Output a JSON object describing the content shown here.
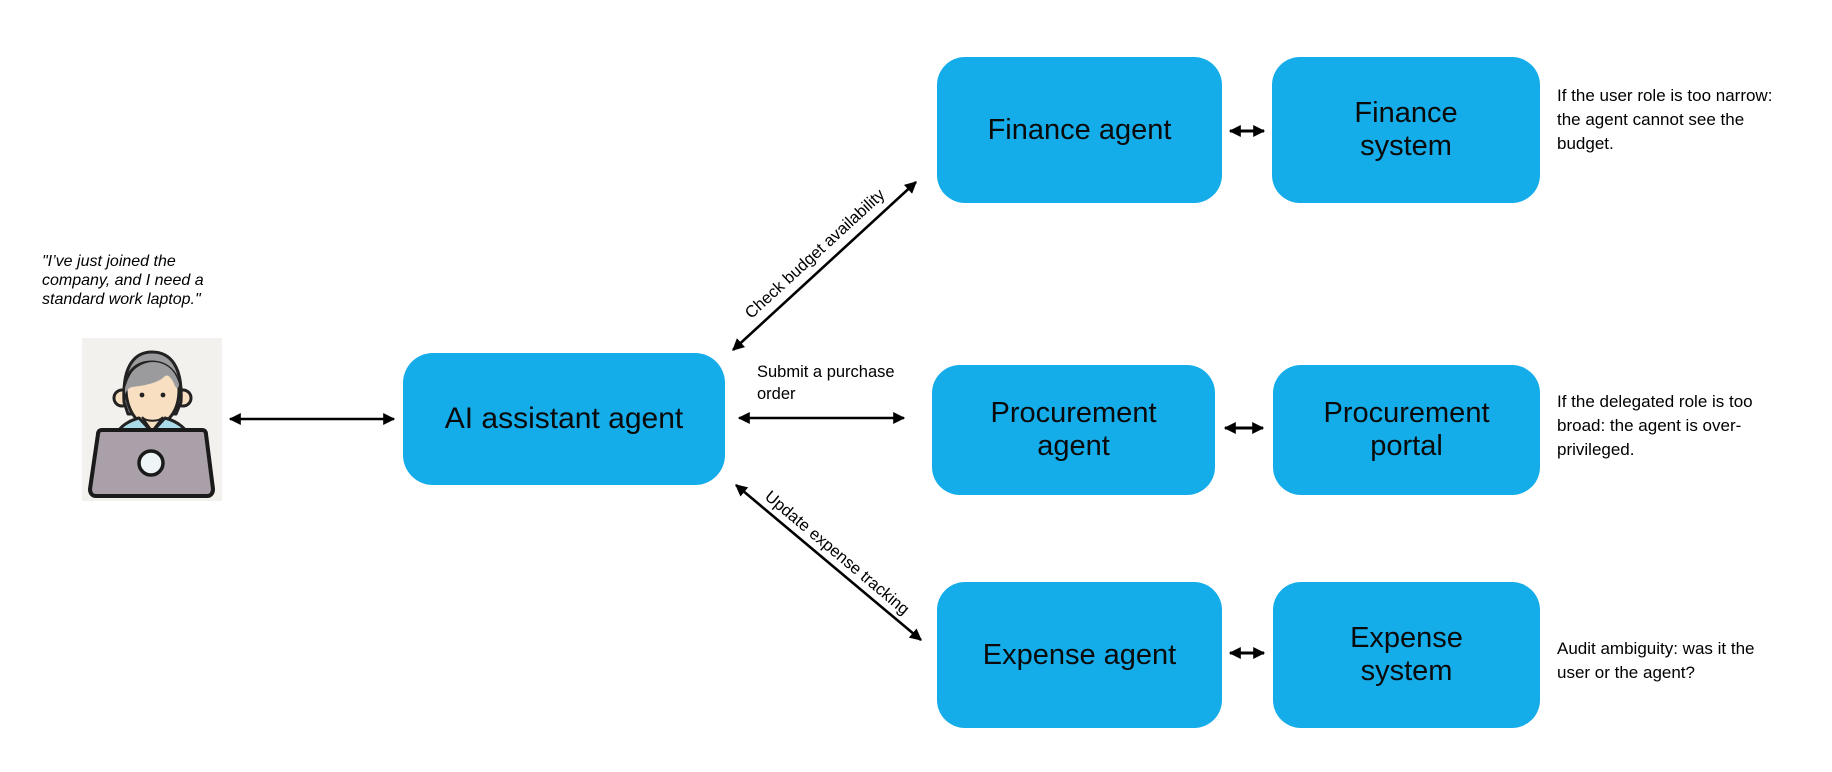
{
  "accent_color": "#14ACE9",
  "user": {
    "quote": "\"I’ve just joined the company, and I need a standard work laptop.\"",
    "icon": "person-at-laptop-icon"
  },
  "assistant": {
    "label": "AI assistant agent"
  },
  "connections": {
    "finance_label": "Check budget availability",
    "procurement_label": "Submit a purchase order",
    "expense_label": "Update expense tracking"
  },
  "rows": [
    {
      "id": "finance",
      "agent": "Finance agent",
      "system": "Finance system",
      "note": "If the user role is too narrow: the agent cannot see the budget."
    },
    {
      "id": "procurement",
      "agent": "Procurement agent",
      "system": "Procurement portal",
      "note": "If the delegated role is too broad: the agent is over-privileged."
    },
    {
      "id": "expense",
      "agent": "Expense agent",
      "system": "Expense system",
      "note": "Audit ambiguity: was it the user or the agent?"
    }
  ]
}
